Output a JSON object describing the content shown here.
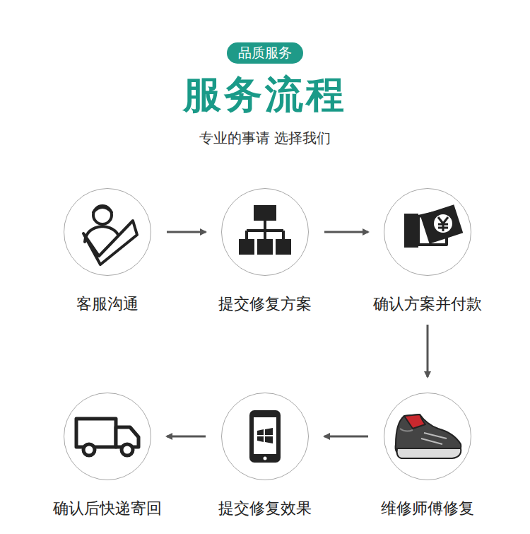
{
  "diagram": {
    "title": "服务流程",
    "nodes": [
      {
        "text": [
          "品质服务"
        ]
      },
      {
        "text": [
          "客服沟通"
        ]
      },
      {
        "text": [
          "提交修复方案"
        ]
      },
      {
        "text": [
          "确认方案并付款"
        ]
      },
      {
        "text": [
          "维修师傅修复"
        ]
      },
      {
        "text": [
          "提交修复效果"
        ]
      },
      {
        "text": [
          "确认后快递寄回"
        ]
      }
    ],
    "edges": [
      {
        "from": 1,
        "to": 2,
        "arrow": "to"
      },
      {
        "from": 2,
        "to": 3,
        "arrow": "to"
      },
      {
        "from": 3,
        "to": 4,
        "arrow": "to"
      },
      {
        "from": 4,
        "to": 5,
        "arrow": "to"
      },
      {
        "from": 5,
        "to": 6,
        "arrow": "to"
      }
    ],
    "labels": [
      "专业的事请 选择我们"
    ]
  }
}
